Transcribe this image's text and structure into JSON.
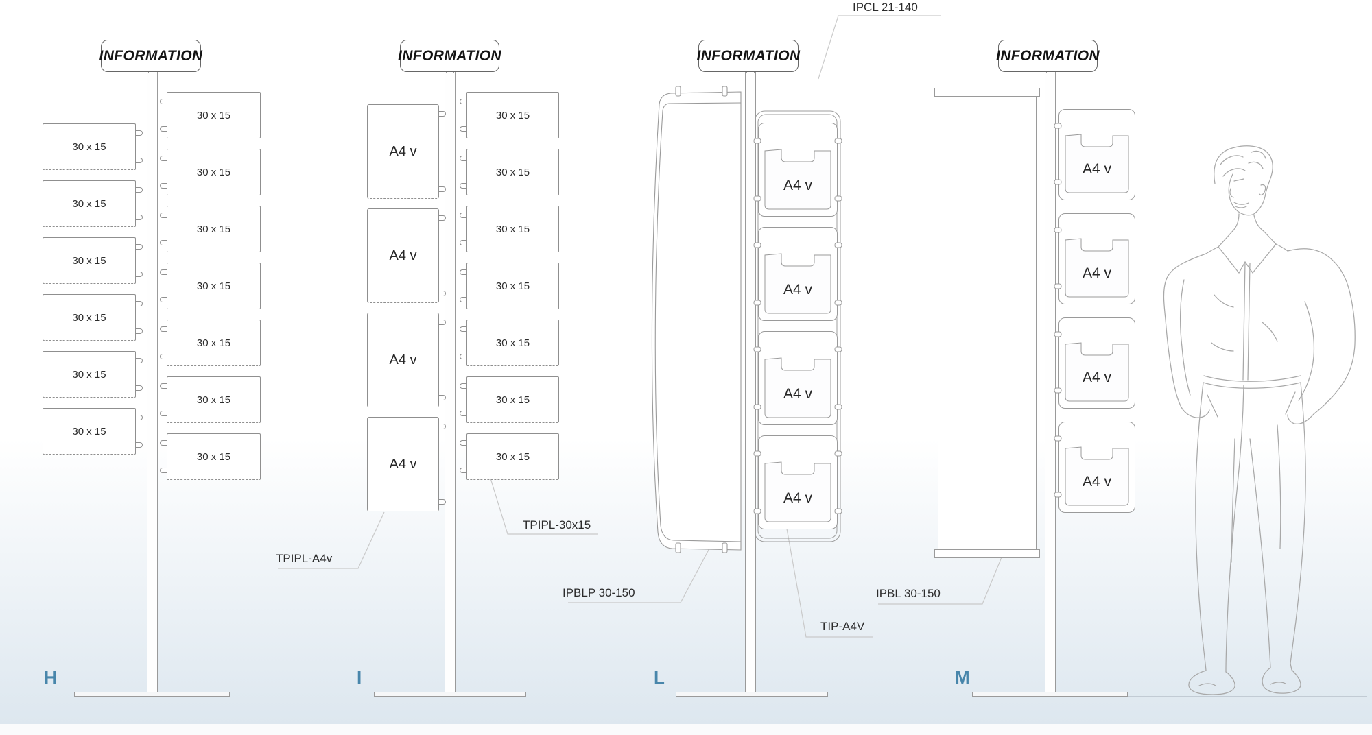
{
  "labels": {
    "sign": "INFORMATION",
    "pocket_30x15": "30 x 15",
    "pocket_a4v": "A4 v"
  },
  "annotations": {
    "ipcl": "IPCL 21-140",
    "tpipl_a4v": "TPIPL-A4v",
    "tpipl_30x15": "TPIPL-30x15",
    "ipblp": "IPBLP 30-150",
    "tip_a4v": "TIP-A4V",
    "ipbl": "IPBL 30-150"
  },
  "stands": [
    {
      "letter": "H",
      "sign": "INFORMATION",
      "left_pockets": {
        "count": 6,
        "label": "30 x 15"
      },
      "right_pockets": {
        "count": 7,
        "label": "30 x 15"
      }
    },
    {
      "letter": "I",
      "sign": "INFORMATION",
      "left_pockets": {
        "count": 4,
        "label": "A4 v"
      },
      "right_pockets": {
        "count": 7,
        "label": "30 x 15"
      }
    },
    {
      "letter": "L",
      "sign": "INFORMATION",
      "holders": {
        "count": 4,
        "label": "A4 v"
      }
    },
    {
      "letter": "M",
      "sign": "INFORMATION",
      "holders": {
        "count": 4,
        "label": "A4 v"
      }
    }
  ],
  "colors": {
    "letter_accent": "#4886ab",
    "line": "#9a9a9a",
    "leader": "#c9c9c9",
    "background_bottom": "#dde7ef"
  },
  "figure": {
    "description": "line drawing of standing man (scale reference)"
  }
}
